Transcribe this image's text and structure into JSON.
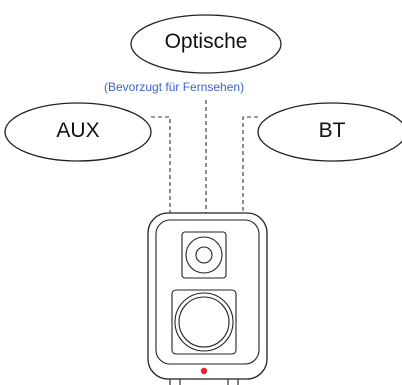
{
  "inputs": {
    "optical": {
      "label": "Optische",
      "note": "(Bevorzugt für Fernsehen)"
    },
    "aux": {
      "label": "AUX"
    },
    "bt": {
      "label": "BT"
    }
  },
  "colors": {
    "outline": "#222222",
    "note_text": "#3a63c8",
    "power_led": "#e8222a",
    "background": "#ffffff"
  }
}
